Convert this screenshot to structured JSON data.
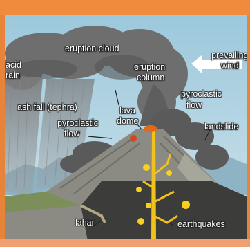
{
  "labels": {
    "eruption_cloud": "eruption cloud",
    "prevailing_wind_line1": "prevailing",
    "prevailing_wind_line2": "wind",
    "acid_rain_line1": "acid",
    "acid_rain_line2": "rain",
    "eruption_column_line1": "eruption",
    "eruption_column_line2": "column",
    "ash_fall": "ash fall (tephra)",
    "pyroclastic_flow_right_line1": "pyroclastic",
    "pyroclastic_flow_right_line2": "flow",
    "lava_dome_line1": "lava",
    "lava_dome_line2": "dome",
    "landslide": "landslide",
    "pyroclastic_flow_left_line1": "pyroclastic",
    "pyroclastic_flow_left_line2": "flow",
    "lahar": "lahar",
    "earthquakes": "earthquakes"
  },
  "colors": {
    "sky": "#a9cfe0",
    "cloud": "#6b6b6b",
    "cloud_dark": "#4a4a4a",
    "ground": "#8a8a80",
    "crust": "#3f3f3f",
    "magma": "#f2c21a",
    "frame_orange": "#e8833a",
    "wind_arrow": "#ffffff"
  },
  "icons": {
    "wind": "wind-arrow-icon",
    "earthquake": "earthquake-burst-icon"
  }
}
